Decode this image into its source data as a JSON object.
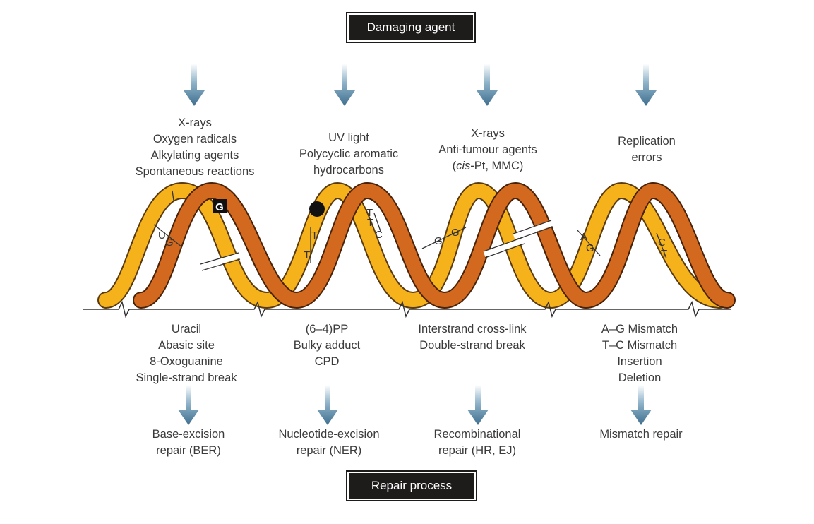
{
  "header": {
    "agent_title": "Damaging agent",
    "repair_title": "Repair process"
  },
  "agents": [
    {
      "lines": [
        "X-rays",
        "Oxygen radicals",
        "Alkylating agents",
        "Spontaneous reactions"
      ]
    },
    {
      "lines": [
        "UV light",
        "Polycyclic aromatic",
        "hydrocarbons"
      ]
    },
    {
      "lines": [
        "X-rays",
        "Anti-tumour agents"
      ],
      "line3_prefix": "(",
      "line3_italic": "cis",
      "line3_suffix": "-Pt, MMC)"
    },
    {
      "lines": [
        "Replication",
        "errors"
      ]
    }
  ],
  "lesions": [
    {
      "lines": [
        "Uracil",
        "Abasic site",
        "8-Oxoguanine",
        "Single-strand break"
      ]
    },
    {
      "lines": [
        "(6–4)PP",
        "Bulky adduct",
        "CPD"
      ]
    },
    {
      "lines": [
        "Interstrand cross-link",
        "Double-strand break"
      ]
    },
    {
      "lines": [
        "A–G Mismatch",
        "T–C Mismatch",
        "Insertion",
        "Deletion"
      ]
    }
  ],
  "repairs": [
    {
      "lines": [
        "Base-excision",
        "repair (BER)"
      ]
    },
    {
      "lines": [
        "Nucleotide-excision",
        "repair (NER)"
      ]
    },
    {
      "lines": [
        "Recombinational",
        "repair (HR, EJ)"
      ]
    },
    {
      "lines": [
        "Mismatch repair"
      ]
    }
  ],
  "helix_bases": {
    "seg1": [
      "U",
      "G",
      "G"
    ],
    "seg2": [
      "T",
      "T",
      "T",
      "T",
      "C"
    ],
    "seg3": [
      "G",
      "G"
    ],
    "seg4": [
      "A",
      "G",
      "C",
      "T"
    ]
  },
  "colors": {
    "strand_front": "#d2691e",
    "strand_back": "#f5b21a",
    "arrow": "#4e7d9c",
    "box": "#1e1b1b",
    "axis": "#333333"
  }
}
